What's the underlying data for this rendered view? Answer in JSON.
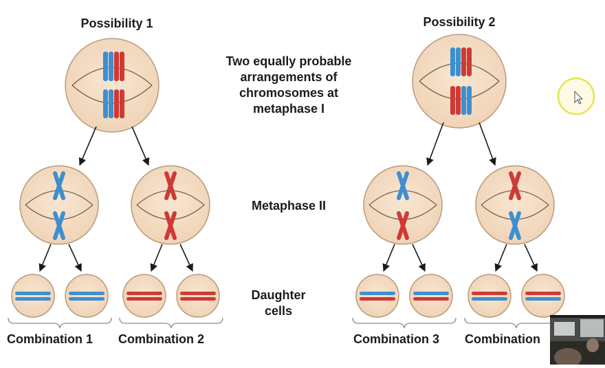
{
  "labels": {
    "possibility_1": "Possibility 1",
    "possibility_2": "Possibility 2",
    "metaphase_1_lines": [
      "Two equally probable",
      "arrangements of",
      "chromosomes at"
    ],
    "metaphase_1_word": "metaphase ",
    "metaphase_1_numeral": "I",
    "metaphase_2_word": "Metaphase ",
    "metaphase_2_numeral": "II",
    "daughter_lines": [
      "Daughter",
      "cells"
    ]
  },
  "combinations": [
    "Combination 1",
    "Combination 2",
    "Combination 3",
    "Combination"
  ],
  "colors": {
    "cell_fill": "#f4dcc2",
    "cell_stroke": "#b89a7e",
    "spindle": "#6e5e50",
    "chromosome_blue": "#3d8fd0",
    "chromosome_red": "#cf3a34",
    "arrow": "#1a1a1a",
    "brace": "#8a8a8a",
    "cursor_ring": "#e8e24a"
  },
  "icons": [
    "cursor-pointer-icon"
  ]
}
